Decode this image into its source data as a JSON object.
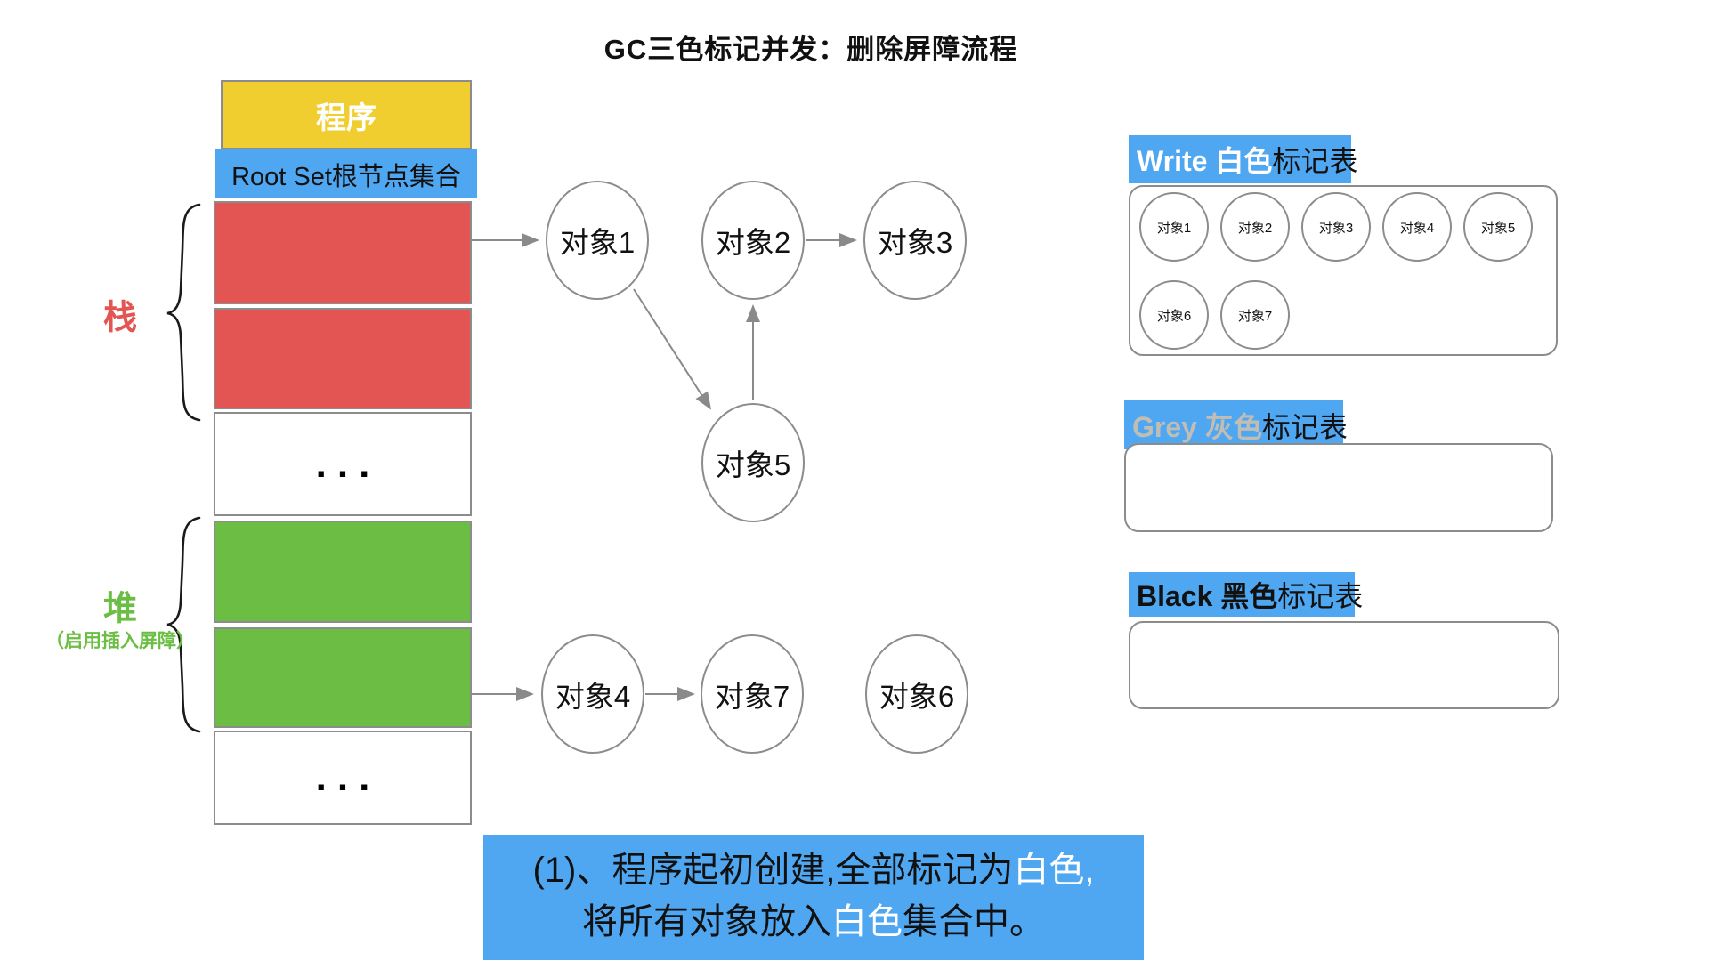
{
  "title": "GC三色标记并发：删除屏障流程",
  "memory": {
    "program": "程序",
    "root_set": "Root Set根节点集合",
    "stack_label": "栈",
    "heap_label": "堆",
    "heap_note": "（启用插入屏障）",
    "ellipsis": "..."
  },
  "graph_nodes": [
    {
      "id": "obj1",
      "label": "对象1"
    },
    {
      "id": "obj2",
      "label": "对象2"
    },
    {
      "id": "obj3",
      "label": "对象3"
    },
    {
      "id": "obj5",
      "label": "对象5"
    },
    {
      "id": "obj4",
      "label": "对象4"
    },
    {
      "id": "obj7",
      "label": "对象7"
    },
    {
      "id": "obj6",
      "label": "对象6"
    }
  ],
  "tables": {
    "white": {
      "en": "Write",
      "cn": "白色",
      "suffix": "标记表",
      "rows": [
        [
          "对象1",
          "对象2",
          "对象3",
          "对象4",
          "对象5"
        ],
        [
          "对象6",
          "对象7"
        ]
      ]
    },
    "grey": {
      "en": "Grey",
      "cn": "灰色",
      "suffix": "标记表",
      "rows": []
    },
    "black": {
      "en": "Black",
      "cn": "黑色",
      "suffix": "标记表",
      "rows": []
    }
  },
  "caption": {
    "lines": [
      {
        "pre": "(1)、程序起初创建,全部标记为",
        "highlight": "白色,",
        "post": ""
      },
      {
        "pre": "将所有对象放入",
        "highlight": "白色",
        "post": "集合中。"
      }
    ]
  },
  "colors": {
    "red": "#E25552",
    "green": "#6BBE43",
    "yellow": "#F1CE2F",
    "blue": "#4FA7F2",
    "border_grey": "#8C8C8C",
    "arrow_grey": "#8A8A8A",
    "grey_label_text": "#BFBDB4"
  }
}
